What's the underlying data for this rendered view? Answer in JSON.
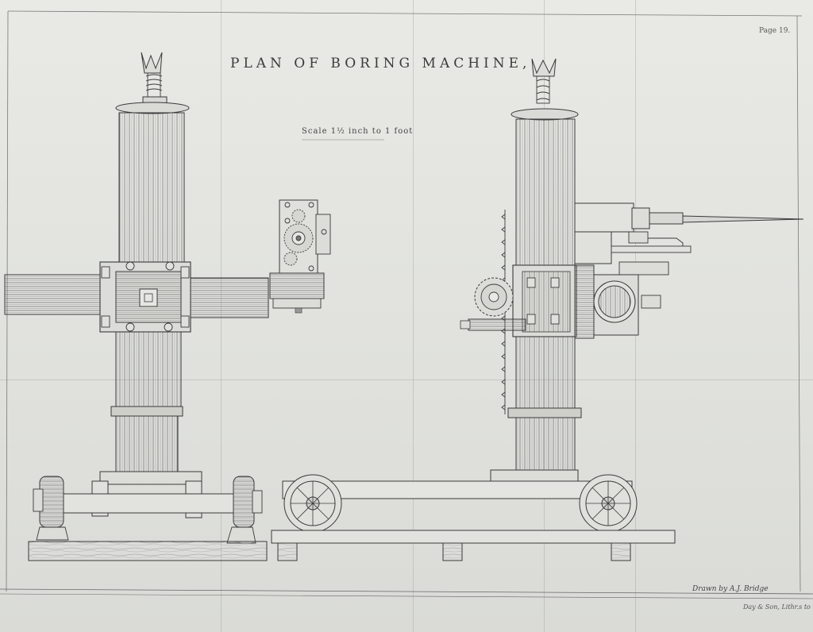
{
  "plate": {
    "title": "PLAN OF BORING MACHINE,",
    "scale_note": "Scale 1½ inch to 1 foot",
    "page_number": "Page 19.",
    "credit": "Drawn by A.J. Bridge",
    "printer": "Day & Son, Lithr.s to the Quee"
  },
  "colors": {
    "paper": "#e6e6e2",
    "ink": "#3a3a3a",
    "fill_dark": "#6e6e6e",
    "wood": "#d2d1cb"
  },
  "drawings": [
    {
      "name": "front-elevation",
      "parts": [
        "column",
        "horizontal-arm",
        "gear-box",
        "base-carriage",
        "timber-base"
      ]
    },
    {
      "name": "side-elevation",
      "parts": [
        "column",
        "drill-head",
        "boring-bar",
        "rack",
        "pinion-gear",
        "wheel-carriage",
        "timber-base"
      ]
    }
  ]
}
